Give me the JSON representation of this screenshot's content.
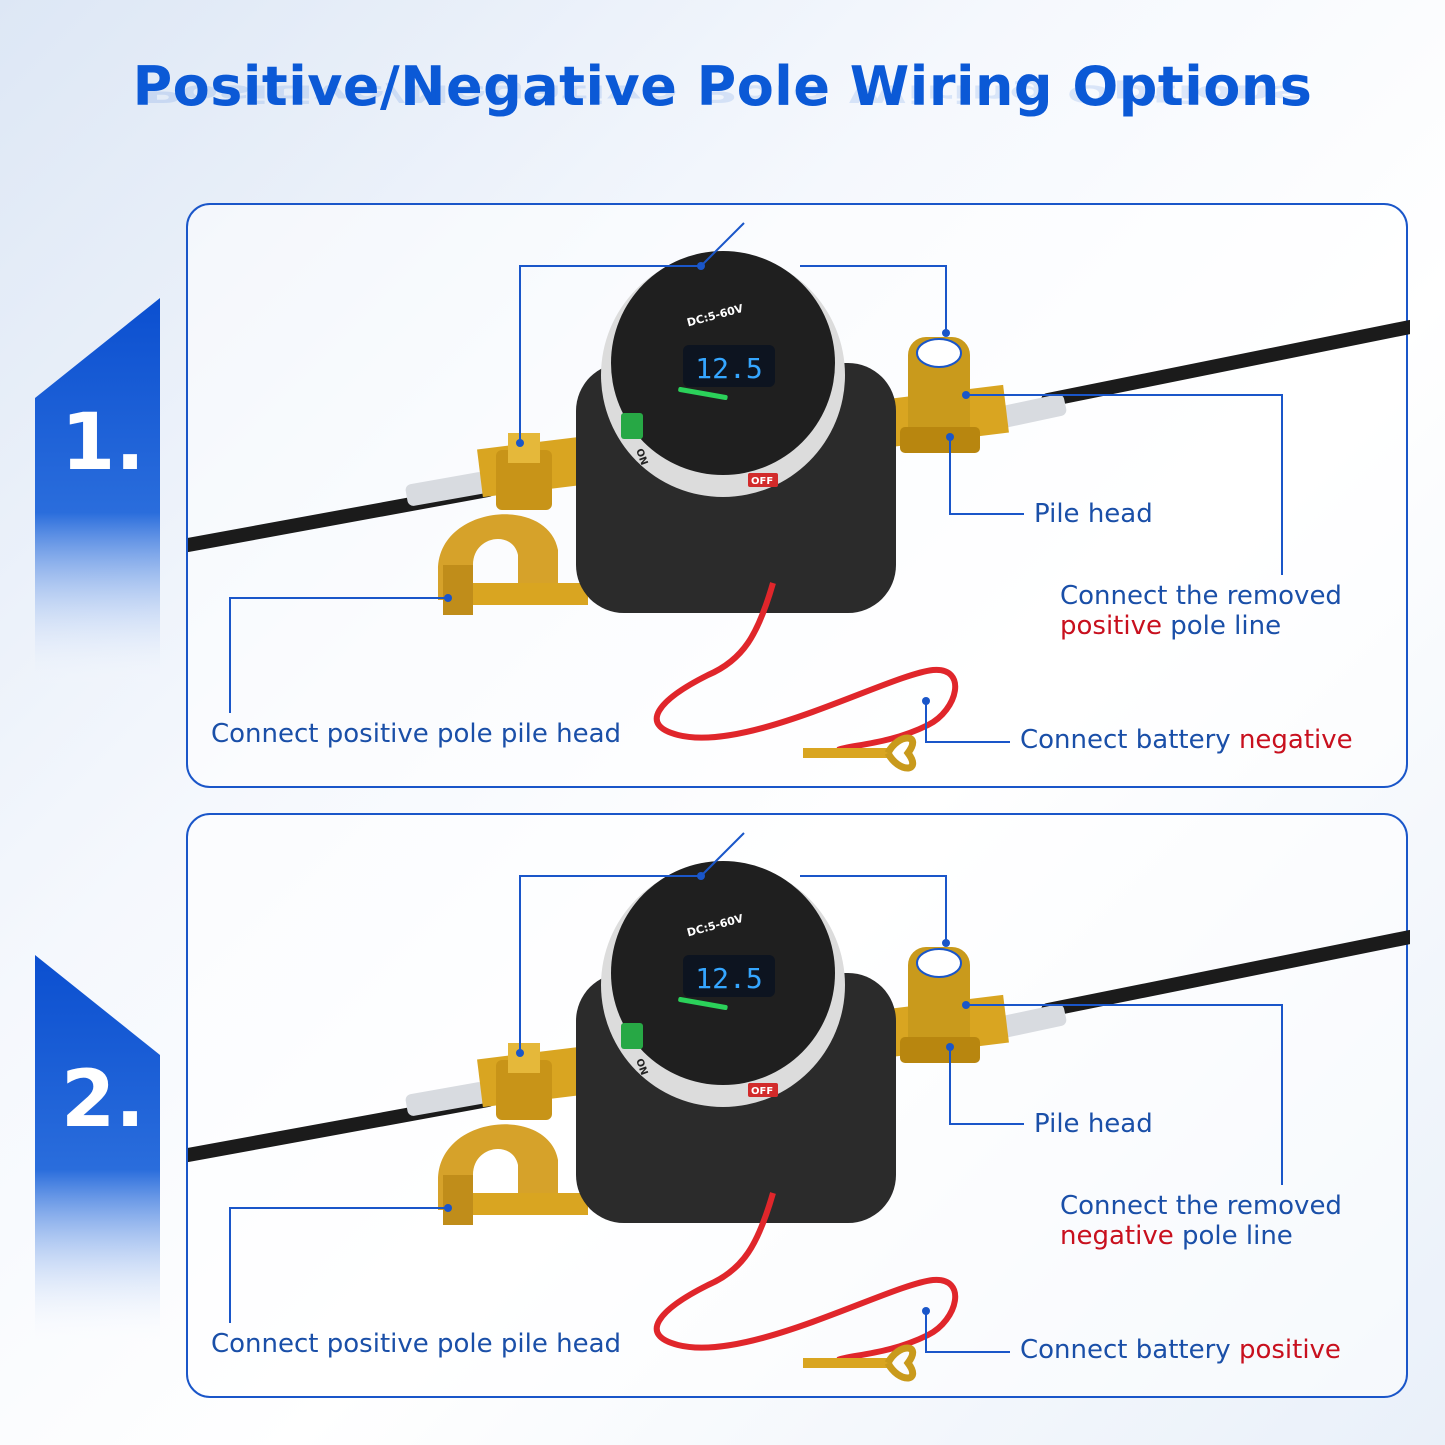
{
  "title": "Positive/Negative Pole Wiring Options",
  "display_reading": "12.5",
  "dial_text": {
    "voltage": "DC:5-60V",
    "on": "ON",
    "off": "OFF"
  },
  "panels": [
    {
      "number": "1.",
      "pile_head": "Pile head",
      "removed_line_pre": "Connect the removed",
      "removed_line_red": "positive",
      "removed_line_post": " pole line",
      "pole_pile_head": "Connect positive pole pile head",
      "battery_pre": "Connect battery ",
      "battery_red": "negative"
    },
    {
      "number": "2.",
      "pile_head": "Pile head",
      "removed_line_pre": "Connect the removed",
      "removed_line_red": "negative",
      "removed_line_post": " pole line",
      "pole_pile_head": "Connect positive pole pile head",
      "battery_pre": "Connect battery ",
      "battery_red": "positive"
    }
  ],
  "colors": {
    "accent_blue": "#0b59d6",
    "line_blue": "#1a56c9",
    "highlight_red": "#c8101e",
    "cable_black": "#1b1b1b",
    "wire_red": "#e0262b",
    "brass": "#d9a521",
    "switch_body": "#2b2b2b",
    "lcd_digits": "#35a6ff"
  }
}
